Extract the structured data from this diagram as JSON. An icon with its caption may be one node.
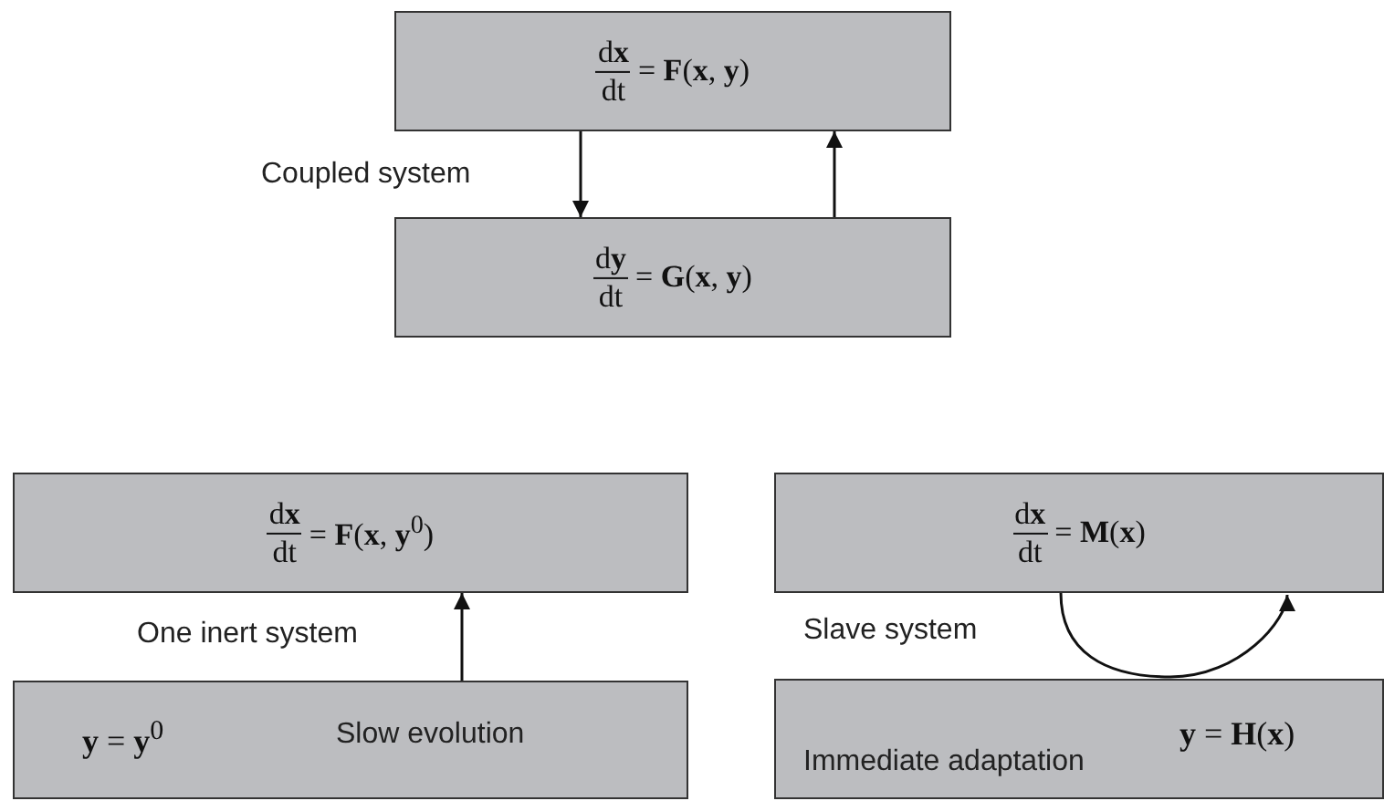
{
  "diagram": {
    "nodes": [
      {
        "text": [
          "d**x**",
          "dt",
          "= **F**(**x**, **y**)"
        ]
      },
      {
        "text": [
          "d**y**",
          "dt",
          "= **G**(**x**, **y**)"
        ]
      },
      {
        "text": [
          "d**x**",
          "dt",
          "= **F**(**x**, **y**$^{0}$)"
        ]
      },
      {
        "text": [
          "**y** = **y**$^{0}$",
          "Slow evolution"
        ]
      },
      {
        "text": [
          "d**x**",
          "dt",
          "= **M**(**x**)"
        ]
      },
      {
        "text": [
          "**y** = **H**(**x**)",
          "Immediate adaptation"
        ]
      }
    ],
    "edges": [
      {
        "from": 0,
        "to": 1,
        "arrow": "to"
      },
      {
        "from": 1,
        "to": 0,
        "arrow": "to"
      },
      {
        "from": 3,
        "to": 2,
        "arrow": "to"
      },
      {
        "from": 4,
        "to": 5,
        "arrow": "none"
      },
      {
        "from": 5,
        "to": 4,
        "arrow": "to"
      }
    ],
    "labels": [
      "Coupled system",
      "One inert system",
      "Slave system"
    ]
  }
}
